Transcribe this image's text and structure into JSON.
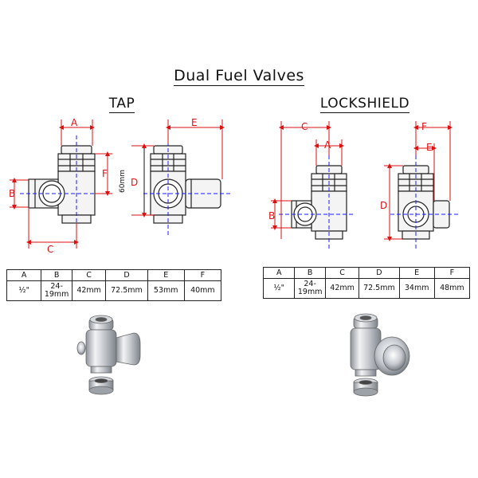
{
  "title": "Dual Fuel Valves",
  "tap": {
    "heading": "TAP",
    "dim_labels": {
      "a": "A",
      "b": "B",
      "c": "C",
      "d": "D",
      "e": "E",
      "f": "F"
    },
    "height_note": "60mm",
    "table": {
      "headers": [
        "A",
        "B",
        "C",
        "D",
        "E",
        "F"
      ],
      "values": [
        "½\"",
        "24-\n19mm",
        "42mm",
        "72.5mm",
        "53mm",
        "40mm"
      ]
    }
  },
  "lockshield": {
    "heading": "LOCKSHIELD",
    "dim_labels": {
      "a": "A",
      "b": "B",
      "c": "C",
      "d": "D",
      "e": "E",
      "f": "F"
    },
    "table": {
      "headers": [
        "A",
        "B",
        "C",
        "D",
        "E",
        "F"
      ],
      "values": [
        "½\"",
        "24-\n19mm",
        "42mm",
        "72.5mm",
        "34mm",
        "48mm"
      ]
    }
  },
  "colors": {
    "dimension": "#d11111",
    "centerline": "#1a1aff",
    "outline": "#222222",
    "chrome": "#b8bcc2"
  }
}
